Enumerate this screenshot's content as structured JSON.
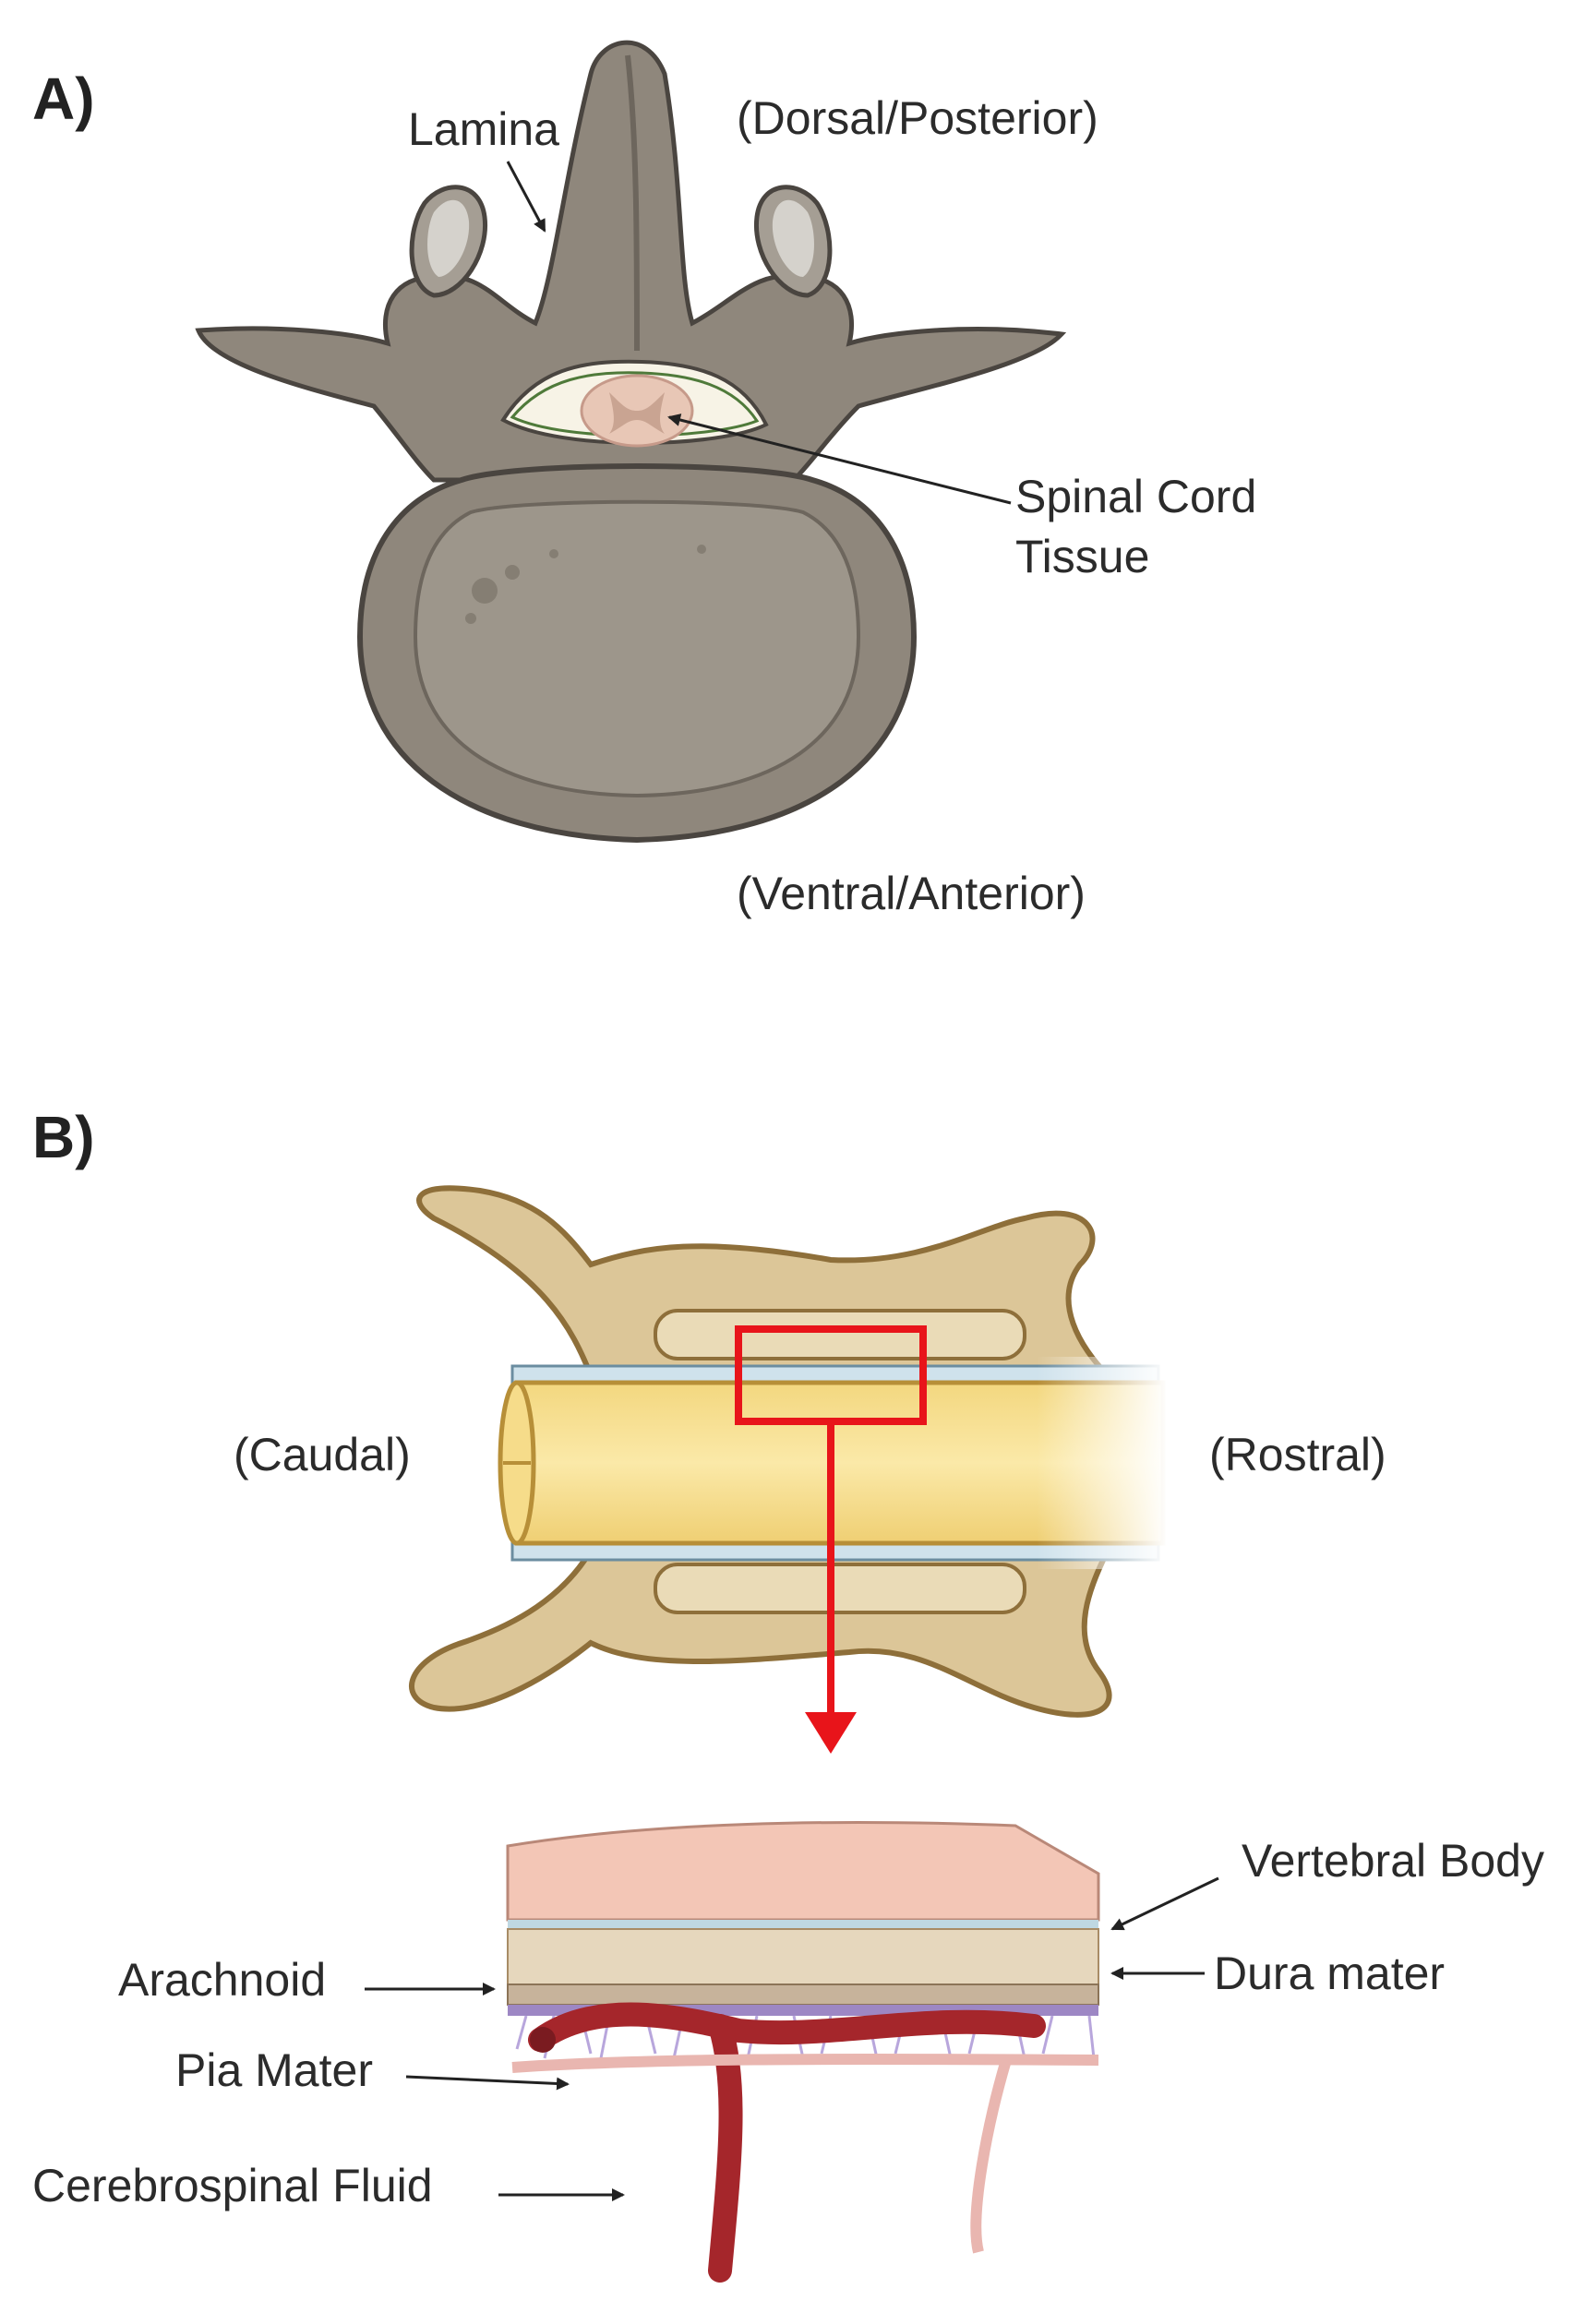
{
  "panel_a": {
    "tag": "A)",
    "labels": {
      "lamina": "Lamina",
      "dorsal": "(Dorsal/Posterior)",
      "spinal_cord_line1": "Spinal Cord",
      "spinal_cord_line2": "Tissue",
      "ventral": "(Ventral/Anterior)"
    }
  },
  "panel_b": {
    "tag": "B)",
    "labels": {
      "caudal": "(Caudal)",
      "rostral": "(Rostral)",
      "vertebral_body": "Vertebral Body",
      "dura_mater": "Dura mater",
      "arachnoid": "Arachnoid",
      "pia_mater": "Pia Mater",
      "csf": "Cerebrospinal Fluid"
    }
  },
  "colors": {
    "vertebra_gray": "#8f877c",
    "vertebra_dark": "#4a4540",
    "bone_tan": "#dcc698",
    "cord_yellow": "#f6dc8a",
    "highlight_red": "#e8141a",
    "vessel_red": "#a5262b",
    "pia_pink": "#e9b6b0"
  }
}
